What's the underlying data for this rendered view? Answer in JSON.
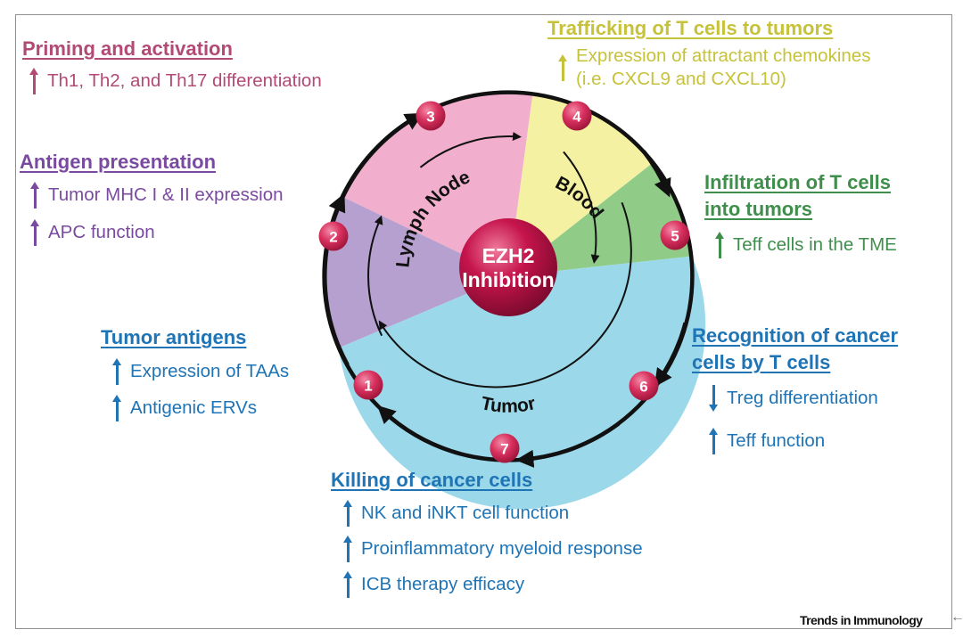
{
  "colors": {
    "pink_fill": "#f2afcd",
    "purple_fill": "#b5a0d0",
    "yellow_fill": "#f5f1a2",
    "green_fill": "#90cc88",
    "blue_fill": "#9bd8ea",
    "center_red": "#c5144c",
    "marker_red": "#d8305e",
    "priming_text": "#b24a75",
    "antigen_text": "#7a4aa0",
    "trafficking_text": "#c6c23a",
    "infiltration_text": "#3f8e4c",
    "blue_text": "#1f74b5"
  },
  "center": {
    "line1": "EZH2",
    "line2": "Inhibition"
  },
  "compartments": {
    "lymph_node": "Lymph Node",
    "blood": "Blood",
    "tumor": "Tumor"
  },
  "markers": [
    "1",
    "2",
    "3",
    "4",
    "5",
    "6",
    "7"
  ],
  "sections": {
    "priming": {
      "title": [
        "Priming and activation"
      ],
      "items": [
        {
          "dir": "up",
          "text": [
            "Th1, Th2, and Th17 differentiation"
          ]
        }
      ]
    },
    "antigen_presentation": {
      "title": [
        "Antigen presentation"
      ],
      "items": [
        {
          "dir": "up",
          "text": [
            "Tumor MHC I & II expression"
          ]
        },
        {
          "dir": "up",
          "text": [
            "APC function"
          ]
        }
      ]
    },
    "trafficking": {
      "title": [
        "Trafficking of T cells to tumors"
      ],
      "items": [
        {
          "dir": "up",
          "text": [
            "Expression of attractant chemokines",
            "(i.e. CXCL9 and CXCL10)"
          ]
        }
      ]
    },
    "infiltration": {
      "title": [
        "Infiltration of T cells",
        "into tumors"
      ],
      "items": [
        {
          "dir": "up",
          "text": [
            "Teff cells in the TME"
          ]
        }
      ]
    },
    "tumor_antigens": {
      "title": [
        "Tumor antigens"
      ],
      "items": [
        {
          "dir": "up",
          "text": [
            "Expression of TAAs"
          ]
        },
        {
          "dir": "up",
          "text": [
            "Antigenic ERVs"
          ]
        }
      ]
    },
    "recognition": {
      "title": [
        "Recognition of cancer",
        "cells by T cells"
      ],
      "items": [
        {
          "dir": "down",
          "text": [
            "Treg differentiation"
          ]
        },
        {
          "dir": "up",
          "text": [
            "Teff function"
          ]
        }
      ]
    },
    "killing": {
      "title": [
        "Killing of cancer cells"
      ],
      "items": [
        {
          "dir": "up",
          "text": [
            "NK and iNKT cell function"
          ]
        },
        {
          "dir": "up",
          "text": [
            "Proinflammatory myeloid response"
          ]
        },
        {
          "dir": "up",
          "text": [
            "ICB therapy efficacy"
          ]
        }
      ]
    }
  },
  "journal": "Trends in Immunology",
  "corner_mark": "←"
}
